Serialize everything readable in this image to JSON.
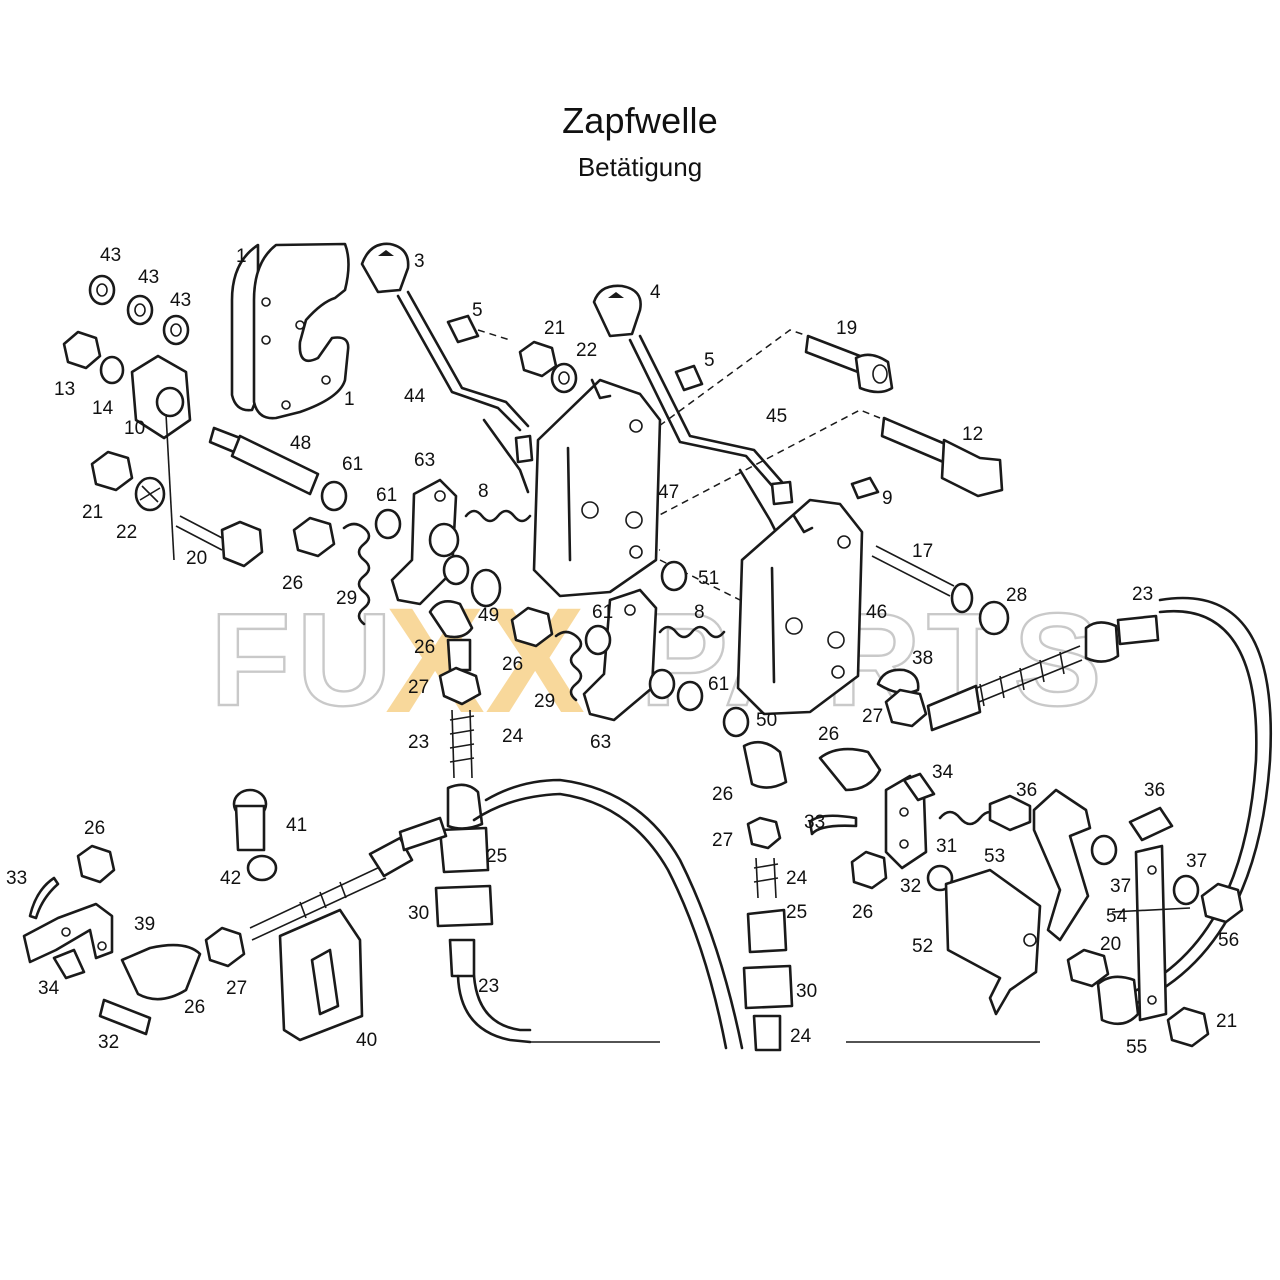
{
  "header": {
    "title": "Zapfwelle",
    "subtitle": "Betätigung"
  },
  "watermark": {
    "left": "FU",
    "mid": "XX",
    "right": "PARTS",
    "accent_color": "#f2b23a"
  },
  "labels": [
    {
      "id": "lbl-43a",
      "text": "43"
    },
    {
      "id": "lbl-43b",
      "text": "43"
    },
    {
      "id": "lbl-43c",
      "text": "43"
    },
    {
      "id": "lbl-1a",
      "text": "1"
    },
    {
      "id": "lbl-1b",
      "text": "1"
    },
    {
      "id": "lbl-3",
      "text": "3"
    },
    {
      "id": "lbl-5a",
      "text": "5"
    },
    {
      "id": "lbl-4",
      "text": "4"
    },
    {
      "id": "lbl-5b",
      "text": "5"
    },
    {
      "id": "lbl-21a",
      "text": "21"
    },
    {
      "id": "lbl-22a",
      "text": "22"
    },
    {
      "id": "lbl-19",
      "text": "19"
    },
    {
      "id": "lbl-13",
      "text": "13"
    },
    {
      "id": "lbl-14",
      "text": "14"
    },
    {
      "id": "lbl-10",
      "text": "10"
    },
    {
      "id": "lbl-44",
      "text": "44"
    },
    {
      "id": "lbl-45",
      "text": "45"
    },
    {
      "id": "lbl-12",
      "text": "12"
    },
    {
      "id": "lbl-48",
      "text": "48"
    },
    {
      "id": "lbl-61a",
      "text": "61"
    },
    {
      "id": "lbl-63a",
      "text": "63"
    },
    {
      "id": "lbl-8a",
      "text": "8"
    },
    {
      "id": "lbl-47",
      "text": "47"
    },
    {
      "id": "lbl-9",
      "text": "9"
    },
    {
      "id": "lbl-21b",
      "text": "21"
    },
    {
      "id": "lbl-22b",
      "text": "22"
    },
    {
      "id": "lbl-20a",
      "text": "20"
    },
    {
      "id": "lbl-61b",
      "text": "61"
    },
    {
      "id": "lbl-26a",
      "text": "26"
    },
    {
      "id": "lbl-17",
      "text": "17"
    },
    {
      "id": "lbl-51",
      "text": "51"
    },
    {
      "id": "lbl-29a",
      "text": "29"
    },
    {
      "id": "lbl-49",
      "text": "49"
    },
    {
      "id": "lbl-61c",
      "text": "61"
    },
    {
      "id": "lbl-8b",
      "text": "8"
    },
    {
      "id": "lbl-28",
      "text": "28"
    },
    {
      "id": "lbl-23a",
      "text": "23"
    },
    {
      "id": "lbl-46",
      "text": "46"
    },
    {
      "id": "lbl-26b",
      "text": "26"
    },
    {
      "id": "lbl-26c",
      "text": "26"
    },
    {
      "id": "lbl-38",
      "text": "38"
    },
    {
      "id": "lbl-27a",
      "text": "27"
    },
    {
      "id": "lbl-29b",
      "text": "29"
    },
    {
      "id": "lbl-61d",
      "text": "61"
    },
    {
      "id": "lbl-27b",
      "text": "27"
    },
    {
      "id": "lbl-63b",
      "text": "63"
    },
    {
      "id": "lbl-50",
      "text": "50"
    },
    {
      "id": "lbl-23b",
      "text": "23"
    },
    {
      "id": "lbl-26d",
      "text": "26"
    },
    {
      "id": "lbl-24a",
      "text": "24"
    },
    {
      "id": "lbl-34a",
      "text": "34"
    },
    {
      "id": "lbl-26e",
      "text": "26"
    },
    {
      "id": "lbl-36a",
      "text": "36"
    },
    {
      "id": "lbl-36b",
      "text": "36"
    },
    {
      "id": "lbl-41",
      "text": "41"
    },
    {
      "id": "lbl-33a",
      "text": "33"
    },
    {
      "id": "lbl-25a",
      "text": "25"
    },
    {
      "id": "lbl-27c",
      "text": "27"
    },
    {
      "id": "lbl-53",
      "text": "53"
    },
    {
      "id": "lbl-26f",
      "text": "26"
    },
    {
      "id": "lbl-42",
      "text": "42"
    },
    {
      "id": "lbl-31",
      "text": "31"
    },
    {
      "id": "lbl-24b",
      "text": "24"
    },
    {
      "id": "lbl-37a",
      "text": "37"
    },
    {
      "id": "lbl-33b",
      "text": "33"
    },
    {
      "id": "lbl-39",
      "text": "39"
    },
    {
      "id": "lbl-32a",
      "text": "32"
    },
    {
      "id": "lbl-37b",
      "text": "37"
    },
    {
      "id": "lbl-30a",
      "text": "30"
    },
    {
      "id": "lbl-25b",
      "text": "25"
    },
    {
      "id": "lbl-26g",
      "text": "26"
    },
    {
      "id": "lbl-54",
      "text": "54"
    },
    {
      "id": "lbl-56",
      "text": "56"
    },
    {
      "id": "lbl-52",
      "text": "52"
    },
    {
      "id": "lbl-20b",
      "text": "20"
    },
    {
      "id": "lbl-34b",
      "text": "34"
    },
    {
      "id": "lbl-27d",
      "text": "27"
    },
    {
      "id": "lbl-26h",
      "text": "26"
    },
    {
      "id": "lbl-23c",
      "text": "23"
    },
    {
      "id": "lbl-30b",
      "text": "30"
    },
    {
      "id": "lbl-21c",
      "text": "21"
    },
    {
      "id": "lbl-40",
      "text": "40"
    },
    {
      "id": "lbl-32b",
      "text": "32"
    },
    {
      "id": "lbl-24c",
      "text": "24"
    },
    {
      "id": "lbl-55",
      "text": "55"
    }
  ]
}
